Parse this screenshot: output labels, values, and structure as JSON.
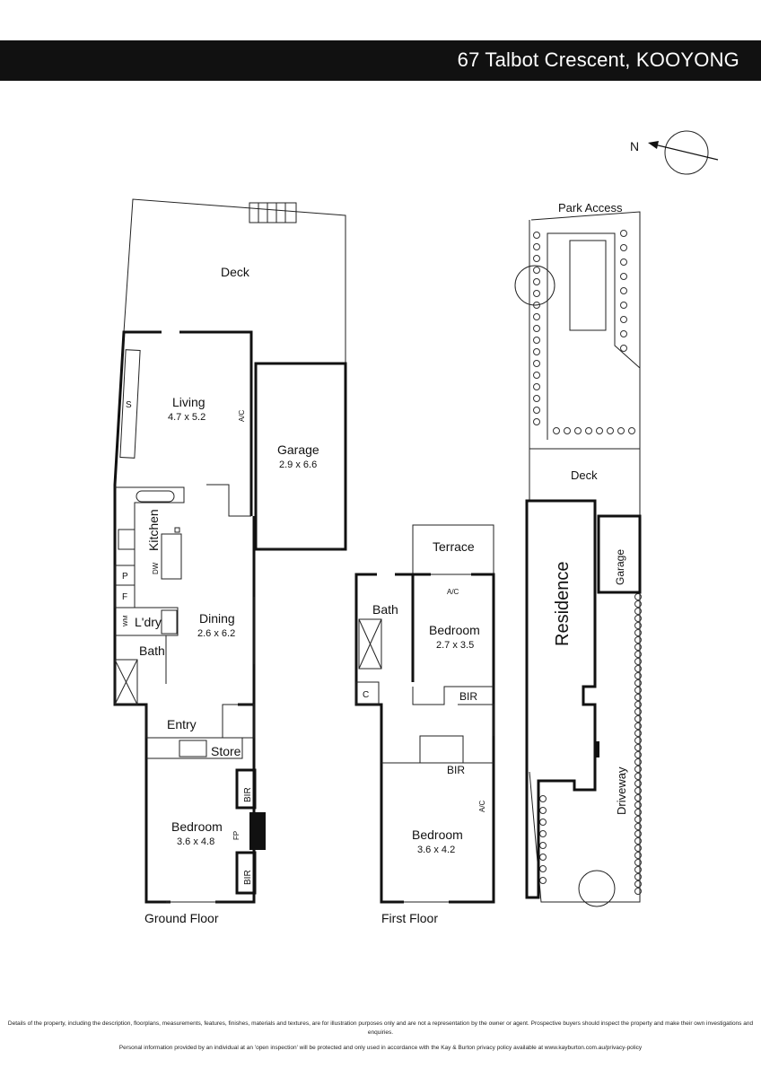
{
  "header": {
    "title": "67 Talbot Crescent, KOOYONG"
  },
  "compass": {
    "label": "N"
  },
  "ground_floor": {
    "title": "Ground Floor",
    "rooms": {
      "deck": "Deck",
      "living": "Living",
      "living_size": "4.7 x 5.2",
      "garage": "Garage",
      "garage_size": "2.9 x 6.6",
      "kitchen": "Kitchen",
      "dining": "Dining",
      "dining_size": "2.6 x 6.2",
      "laundry": "L'dry",
      "bath": "Bath",
      "entry": "Entry",
      "store": "Store",
      "bedroom": "Bedroom",
      "bedroom_size": "3.6 x 4.8",
      "bir1": "BIR",
      "bir2": "BIR"
    },
    "fixtures": {
      "s": "S",
      "ac": "A/C",
      "dw": "DW",
      "p": "P",
      "f": "F",
      "wm": "WM",
      "fp": "FP"
    }
  },
  "first_floor": {
    "title": "First Floor",
    "rooms": {
      "terrace": "Terrace",
      "bath": "Bath",
      "bedroom1": "Bedroom",
      "bedroom1_size": "2.7 x 3.5",
      "bir1": "BIR",
      "bir2": "BIR",
      "bedroom2": "Bedroom",
      "bedroom2_size": "3.6 x 4.2"
    },
    "fixtures": {
      "ac1": "A/C",
      "ac2": "A/C",
      "c": "C"
    }
  },
  "site_plan": {
    "park_access": "Park Access",
    "deck": "Deck",
    "residence": "Residence",
    "garage": "Garage",
    "driveway": "Driveway"
  },
  "footer": {
    "disclaimer": "Details of the property, including the description, floorplans, measurements, features, finishes, materials and textures, are for illustration purposes only and are not a representation by the owner or agent.  Prospective buyers should inspect the property and make their own investigations and enquiries.",
    "privacy": "Personal information provided by an individual at an 'open inspection' will be protected and only used in accordance with the Kay & Burton privacy policy available at www.kayburton.com.au/privacy-policy"
  }
}
